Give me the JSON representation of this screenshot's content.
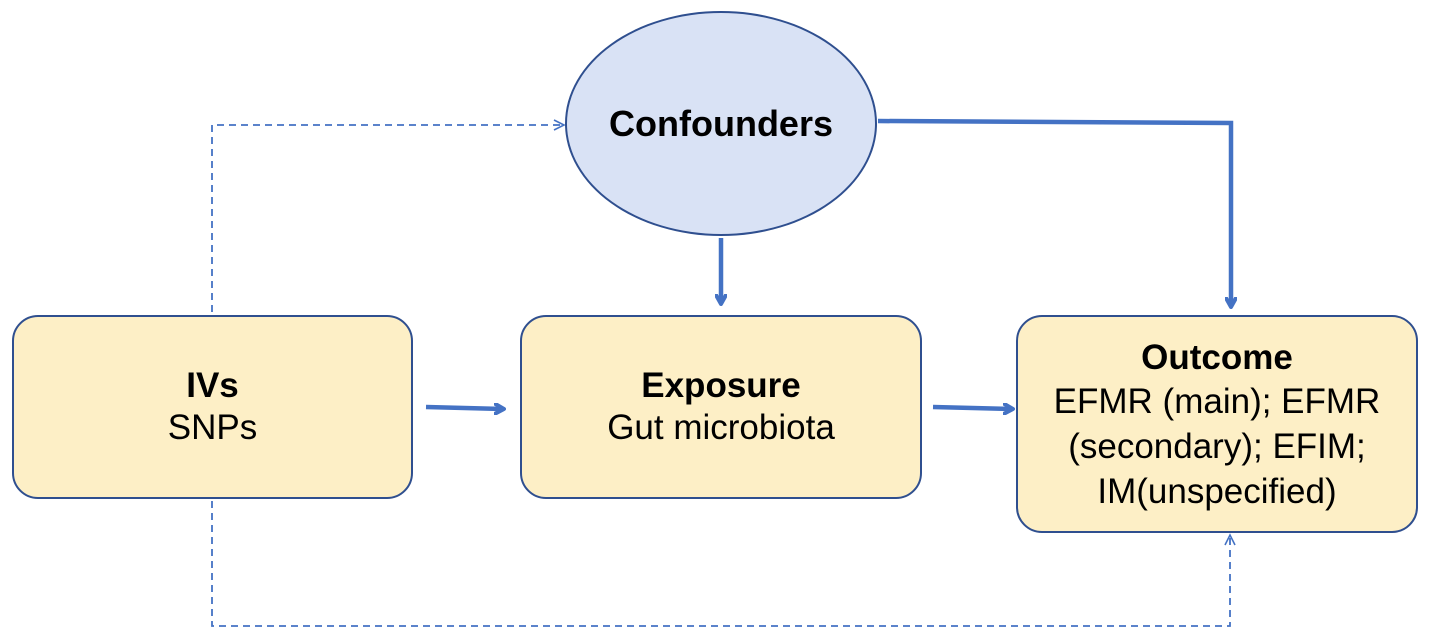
{
  "diagram": {
    "nodes": {
      "confounders": {
        "title": "Confounders"
      },
      "ivs": {
        "title": "IVs",
        "subtitle": "SNPs"
      },
      "exposure": {
        "title": "Exposure",
        "subtitle": "Gut microbiota"
      },
      "outcome": {
        "title": "Outcome",
        "lines": [
          "EFMR (main); EFMR",
          "(secondary); EFIM;",
          "IM(unspecified)"
        ]
      }
    },
    "edges": [
      {
        "from": "ivs",
        "to": "exposure",
        "style": "solid"
      },
      {
        "from": "exposure",
        "to": "outcome",
        "style": "solid"
      },
      {
        "from": "confounders",
        "to": "exposure",
        "style": "solid"
      },
      {
        "from": "confounders",
        "to": "outcome",
        "style": "solid"
      },
      {
        "from": "ivs",
        "to": "confounders",
        "style": "dashed"
      },
      {
        "from": "ivs",
        "to": "outcome",
        "style": "dashed"
      }
    ],
    "colors": {
      "arrow": "#4472c4",
      "box_fill": "#fdefc6",
      "ellipse_fill": "#d9e2f5",
      "border": "#2f4f8f"
    }
  }
}
